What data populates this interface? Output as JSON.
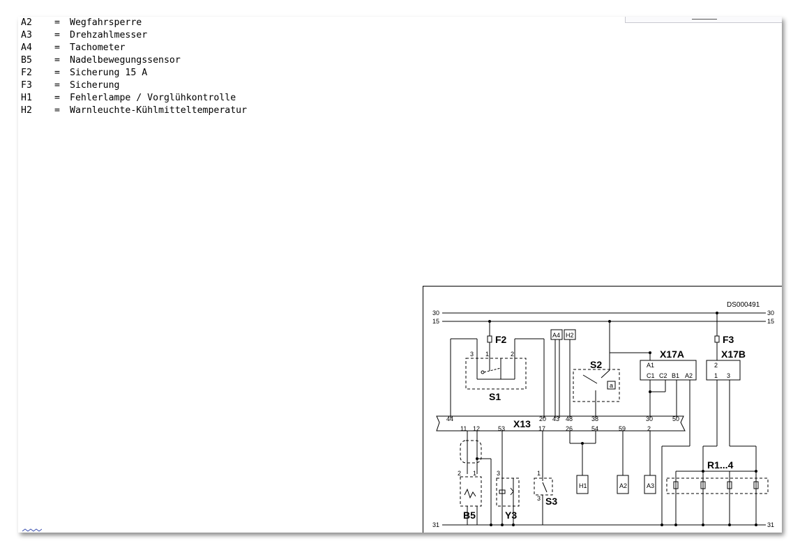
{
  "legend": [
    {
      "code": "A2",
      "eq": "=",
      "desc": "Wegfahrsperre"
    },
    {
      "code": "A3",
      "eq": "=",
      "desc": "Drehzahlmesser"
    },
    {
      "code": "A4",
      "eq": "=",
      "desc": "Tachometer"
    },
    {
      "code": "B5",
      "eq": "=",
      "desc": "Nadelbewegungssensor"
    },
    {
      "code": "F2",
      "eq": "=",
      "desc": "Sicherung 15 A"
    },
    {
      "code": "F3",
      "eq": "=",
      "desc": "Sicherung"
    },
    {
      "code": "H1",
      "eq": "=",
      "desc": "Fehlerlampe / Vorglühkontrolle"
    },
    {
      "code": "H2",
      "eq": "=",
      "desc": "Warnleuchte-Kühlmitteltemperatur"
    }
  ],
  "schematic": {
    "drawing_id": "DS000491",
    "rails": {
      "r30": "30",
      "r15": "15",
      "r31": "31"
    },
    "components": {
      "F2": "F2",
      "F3": "F3",
      "S1": "S1",
      "S2": "S2",
      "S3": "S3",
      "X13": "X13",
      "X17A": "X17A",
      "X17B": "X17B",
      "R1_4": "R1...4",
      "B5": "B5",
      "Y3": "Y3",
      "A4": "A4",
      "H2": "H2",
      "H1": "H1",
      "A2": "A2",
      "A3": "A3",
      "S2_contact": "a"
    },
    "pins": {
      "s1_p3": "3",
      "s1_p1": "1",
      "s1_p2": "2",
      "x13_44": "44",
      "x13_20": "20",
      "x13_43": "43",
      "x13_48": "48",
      "x13_38": "38",
      "x13_30": "30",
      "x13_50": "50",
      "x13_11": "11",
      "x13_12": "12",
      "x13_53": "53",
      "x13_17": "17",
      "x13_26": "26",
      "x13_54": "54",
      "x13_59": "59",
      "x13_2": "2",
      "x17a_A1": "A1",
      "x17a_C1": "C1",
      "x17a_C2": "C2",
      "x17a_B1": "B1",
      "x17a_A2": "A2",
      "x17b_2": "2",
      "x17b_1": "1",
      "x17b_3": "3",
      "b5_2": "2",
      "b5_1": "1",
      "y3_3": "3",
      "s3_1": "1",
      "s3_3": "3"
    }
  }
}
